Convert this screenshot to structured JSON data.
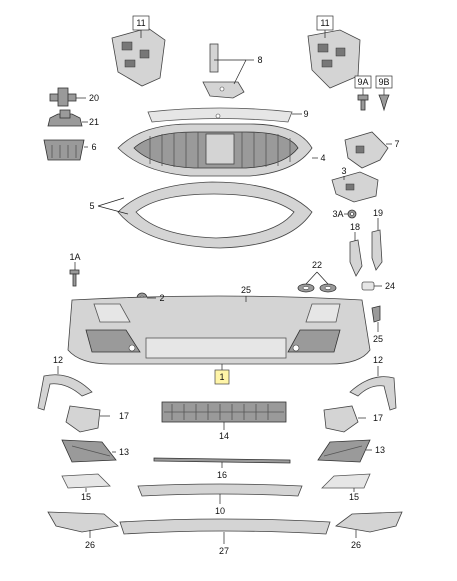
{
  "diagram": {
    "colors": {
      "part_fill": "#d4d4d4",
      "part_outline": "#444444",
      "highlight_label": "#fff5a8"
    },
    "callouts": [
      "11",
      "8",
      "11",
      "20",
      "9A",
      "9B",
      "9",
      "21",
      "6",
      "7",
      "4",
      "3",
      "5",
      "3A",
      "19",
      "18",
      "1A",
      "22",
      "2",
      "25",
      "24",
      "25",
      "1",
      "12",
      "12",
      "17",
      "17",
      "14",
      "13",
      "13",
      "16",
      "15",
      "15",
      "10",
      "26",
      "27",
      "26"
    ],
    "highlighted_callout": "1"
  }
}
